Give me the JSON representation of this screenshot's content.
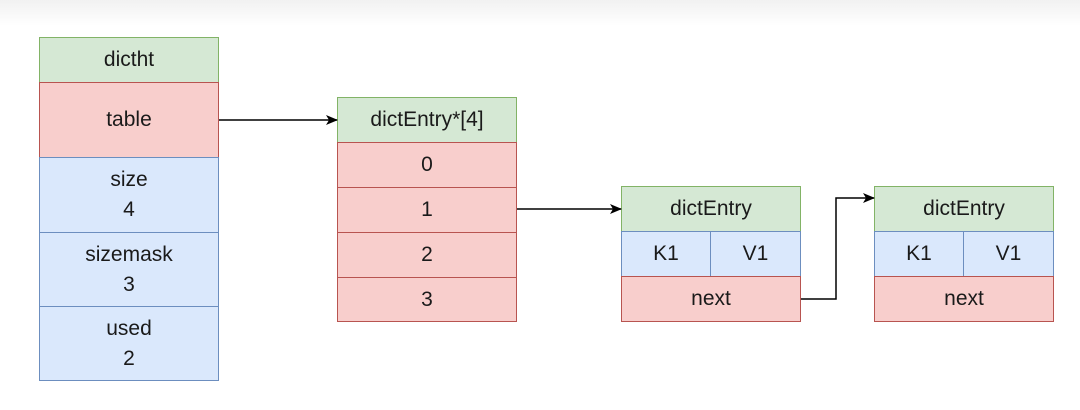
{
  "dictht": {
    "header": "dictht",
    "table": "table",
    "size_label": "size",
    "size_value": "4",
    "sizemask_label": "sizemask",
    "sizemask_value": "3",
    "used_label": "used",
    "used_value": "2"
  },
  "array": {
    "header": "dictEntry*[4]",
    "slots": [
      "0",
      "1",
      "2",
      "3"
    ]
  },
  "entries": [
    {
      "header": "dictEntry",
      "key": "K1",
      "value": "V1",
      "next": "next"
    },
    {
      "header": "dictEntry",
      "key": "K1",
      "value": "V1",
      "next": "next"
    }
  ],
  "colors": {
    "green_fill": "#d5e8d4",
    "green_stroke": "#82b366",
    "red_fill": "#f8cecc",
    "red_stroke": "#b85450",
    "blue_fill": "#dae8fc",
    "blue_stroke": "#6c8ebf",
    "arrow": "#000000"
  }
}
